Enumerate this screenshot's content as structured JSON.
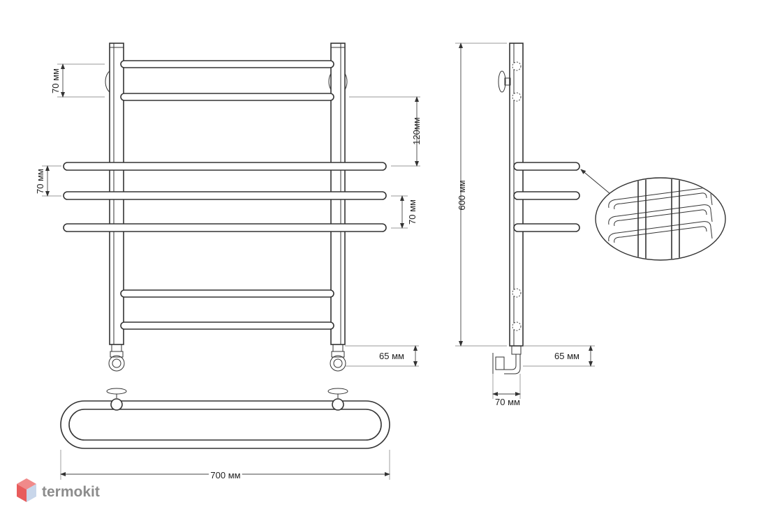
{
  "dimensions": {
    "top_rail_spacing": "70 мм",
    "upper_gap": "120мм",
    "shelf_spacing_left": "70 мм",
    "shelf_spacing_right": "70 мм",
    "connector_height_front": "65 мм",
    "total_width": "700 мм",
    "total_height": "600 мм",
    "connector_height_side": "65 мм",
    "wall_offset": "70 мм"
  },
  "brand": {
    "name": "termokit"
  },
  "colors": {
    "line": "#333333",
    "logo_top": "#f08a8a",
    "logo_left": "#e85c5c",
    "logo_right": "#c8d6ea",
    "logo_text": "#8c8c8c"
  }
}
